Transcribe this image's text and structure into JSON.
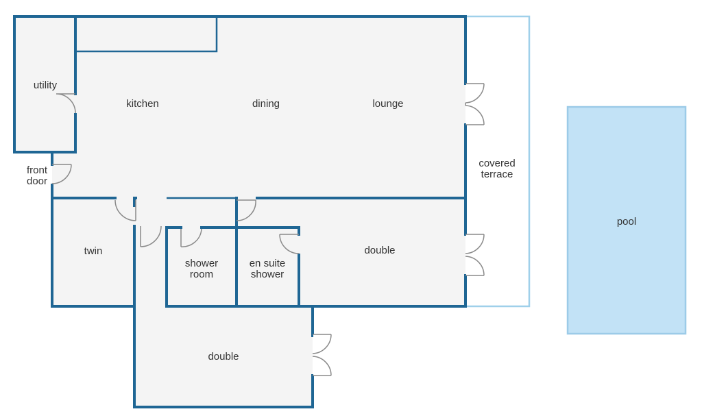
{
  "rooms": {
    "utility": "utility",
    "kitchen": "kitchen",
    "dining": "dining",
    "lounge": "lounge",
    "front_door_line1": "front",
    "front_door_line2": "door",
    "covered_terrace_line1": "covered",
    "covered_terrace_line2": "terrace",
    "twin": "twin",
    "shower_room_line1": "shower",
    "shower_room_line2": "room",
    "en_suite_line1": "en suite",
    "en_suite_line2": "shower",
    "double_right": "double",
    "double_bottom": "double",
    "pool": "pool"
  },
  "colors": {
    "wall": "#1f6694",
    "floor": "#f4f4f4",
    "terrace_outline": "#9fd0ea",
    "pool_fill": "#c2e2f6",
    "door_leaf": "#8a8a8a"
  }
}
